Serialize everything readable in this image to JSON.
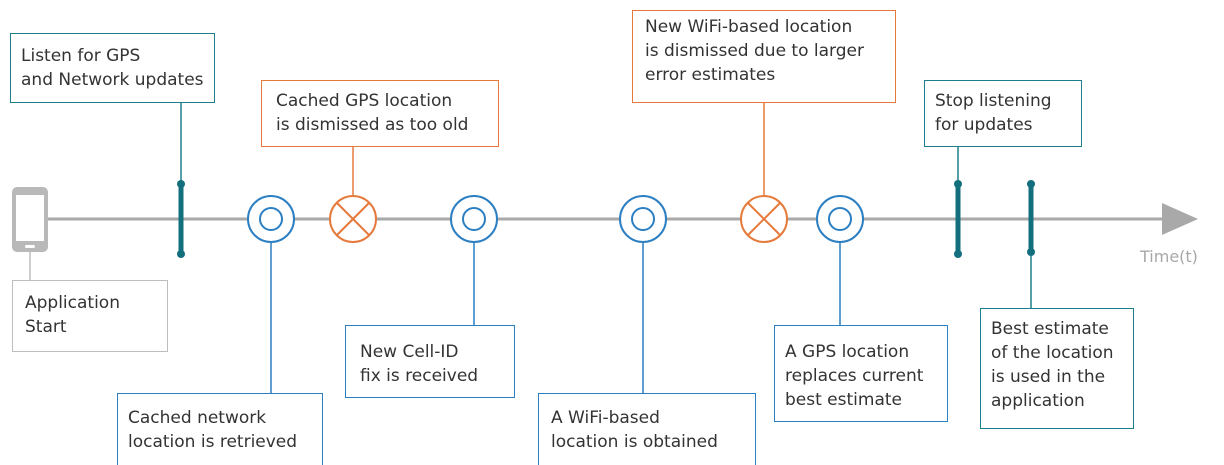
{
  "colors": {
    "timeline": "#a9a9a9",
    "marker": "#136f7e",
    "event": "#2b7fc2",
    "dismissed": "#e67a3c",
    "device": "#bdbdbd"
  },
  "axis": {
    "label": "Time(t)"
  },
  "labels": {
    "listen": "Listen for GPS\nand Network updates",
    "app_start": "Application\nStart",
    "cached_gps": "Cached GPS location\nis dismissed as too old",
    "cached_network": "Cached network\nlocation is retrieved",
    "cell_id": "New Cell-ID\nfix is received",
    "wifi_obtained": "A WiFi-based\nlocation is obtained",
    "wifi_dismissed": "New WiFi-based location\nis dismissed due to larger\nerror estimates",
    "gps_replace": "A GPS location\nreplaces current\nbest estimate",
    "stop": "Stop listening\nfor updates",
    "best_estimate": "Best estimate\nof the location\nis used in the\napplication"
  }
}
